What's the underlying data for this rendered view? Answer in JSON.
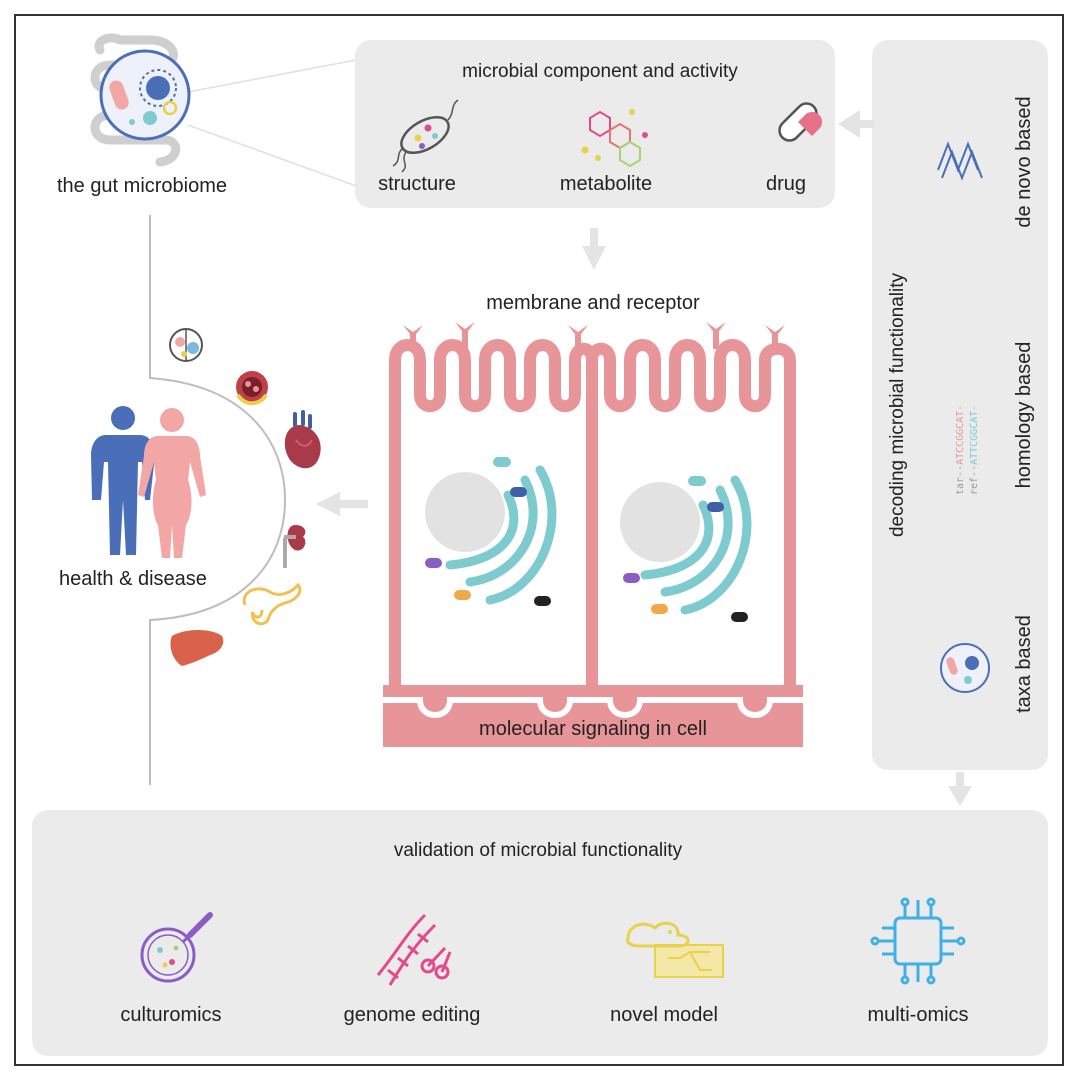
{
  "gut": {
    "label": "the gut microbiome"
  },
  "component_panel": {
    "title": "microbial component and activity",
    "items": [
      "structure",
      "metabolite",
      "drug"
    ]
  },
  "membrane": {
    "label": "membrane and receptor"
  },
  "signaling": {
    "label": "molecular signaling in cell"
  },
  "health": {
    "label": "health & disease"
  },
  "decoding_panel": {
    "title": "decoding microbial functionality",
    "items": [
      "de novo based",
      "homology based",
      "taxa based"
    ],
    "alignment": {
      "tar_prefix": "tar--",
      "tar_seq": "ATCCGGCAT-",
      "ref_prefix": "ref--",
      "ref_seq": "ATTCGGCAT-"
    }
  },
  "validation_panel": {
    "title": "validation of microbial functionality",
    "items": [
      "culturomics",
      "genome editing",
      "novel model",
      "multi-omics"
    ]
  },
  "colors": {
    "panel": "#ebebeb",
    "cell": "#e8959a",
    "golgi": "#7dcbcf",
    "body_blue": "#4a6fb8",
    "body_pink": "#f2a6a6",
    "arrow": "#e4e4e4",
    "culturomics": "#8a5cc4",
    "genome_editing": "#e34a8b",
    "novel_model": "#e8d24a",
    "multi_omics": "#3fb0e6"
  }
}
